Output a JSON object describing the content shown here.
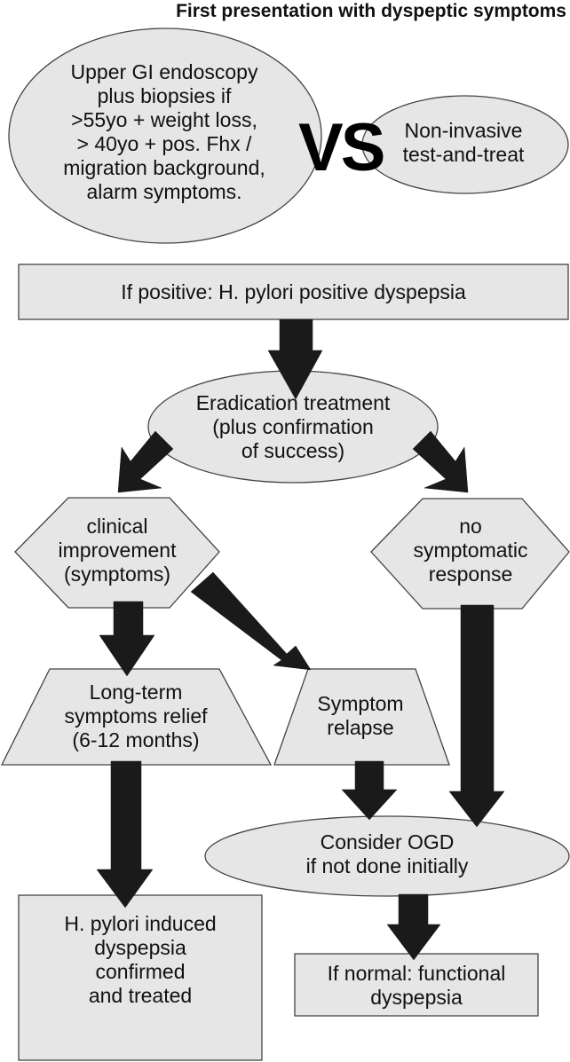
{
  "title": "First presentation with dyspeptic symptoms",
  "colors": {
    "fill": "#e6e6e6",
    "stroke": "#444444",
    "arrow": "#1a1a1a",
    "background": "#ffffff"
  },
  "nodes": {
    "endoscopy": {
      "shape": "ellipse",
      "lines": [
        "Upper GI endoscopy",
        "plus biopsies if",
        ">55yo + weight loss,",
        "> 40yo + pos. Fhx /",
        "migration background,",
        "alarm symptoms."
      ]
    },
    "vs": {
      "text": "VS"
    },
    "test_and_treat": {
      "shape": "ellipse",
      "lines": [
        "Non-invasive",
        "test-and-treat"
      ]
    },
    "hp_positive": {
      "shape": "rectangle",
      "lines": [
        "If positive: H. pylori positive dyspepsia"
      ]
    },
    "eradication": {
      "shape": "ellipse",
      "lines": [
        "Eradication treatment",
        "(plus confirmation",
        "of success)"
      ]
    },
    "clinical_improvement": {
      "shape": "hexagon",
      "lines": [
        "clinical",
        "improvement",
        "(symptoms)"
      ]
    },
    "no_response": {
      "shape": "hexagon",
      "lines": [
        "no",
        "symptomatic",
        "response"
      ]
    },
    "long_term_relief": {
      "shape": "trapezoid",
      "lines": [
        "Long-term",
        "symptoms relief",
        "(6-12 months)"
      ]
    },
    "symptom_relapse": {
      "shape": "trapezoid",
      "lines": [
        "Symptom",
        "relapse"
      ]
    },
    "consider_ogd": {
      "shape": "ellipse",
      "lines": [
        "Consider OGD",
        "if not done initially"
      ]
    },
    "hp_confirmed": {
      "shape": "rectangle",
      "lines": [
        "H. pylori induced",
        "dyspepsia",
        "confirmed",
        "and treated"
      ]
    },
    "functional_dyspepsia": {
      "shape": "rectangle",
      "lines": [
        "If normal: functional",
        "dyspepsia"
      ]
    }
  },
  "edges": [
    {
      "from": "hp_positive",
      "to": "eradication"
    },
    {
      "from": "eradication",
      "to": "clinical_improvement"
    },
    {
      "from": "eradication",
      "to": "no_response"
    },
    {
      "from": "clinical_improvement",
      "to": "long_term_relief"
    },
    {
      "from": "clinical_improvement",
      "to": "symptom_relapse"
    },
    {
      "from": "long_term_relief",
      "to": "hp_confirmed"
    },
    {
      "from": "symptom_relapse",
      "to": "consider_ogd"
    },
    {
      "from": "no_response",
      "to": "consider_ogd"
    },
    {
      "from": "consider_ogd",
      "to": "functional_dyspepsia"
    }
  ]
}
